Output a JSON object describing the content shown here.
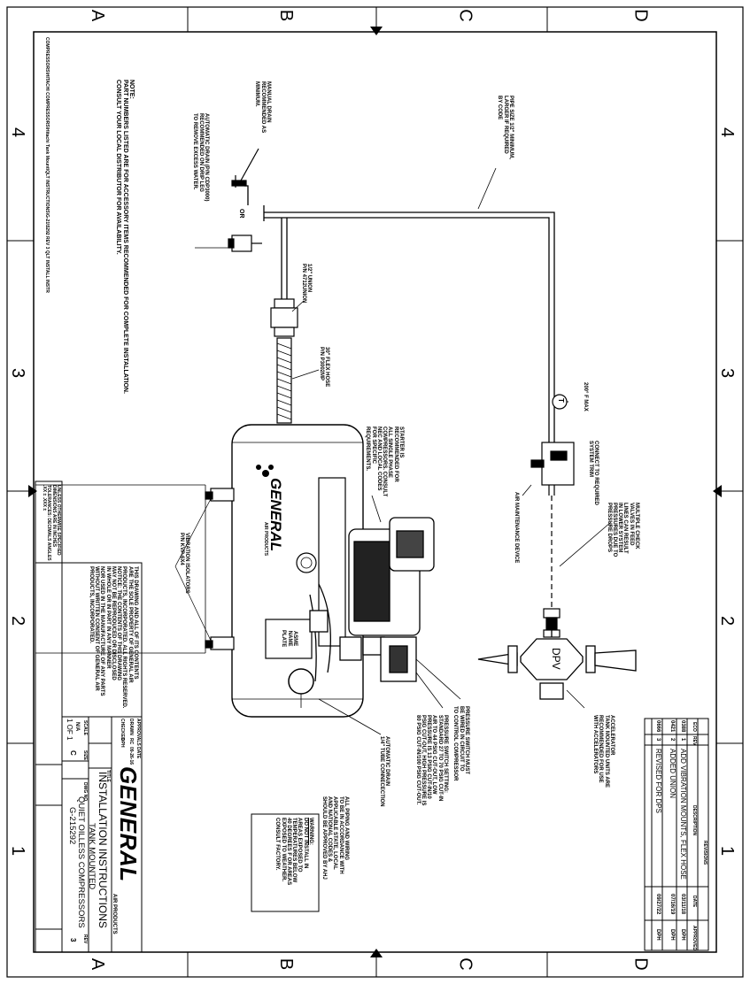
{
  "border": {
    "zones_top": [
      "A",
      "B",
      "C",
      "D"
    ],
    "zones_bottom": [
      "A",
      "B",
      "C",
      "D"
    ],
    "zones_left": [
      "4",
      "3",
      "2",
      "1"
    ],
    "zones_right": [
      "4",
      "3",
      "2",
      "1"
    ]
  },
  "file_path": "COMPRESSORS\\HITACHI COMPRESSORS\\Hitachi Tank Mount\\QLT INSTRUCTIONS\\G-21\\5292 REV 3 QLT INSTALL INSTR",
  "note": {
    "title": "NOTE:",
    "lines": [
      "PART NUMBERS LISTED ARE FOR ACCESSORY ITEMS RECOMMENDED FOR COMPLETE INSTALLATION.",
      "CONSULT YOUR LOCAL DISTRIBUTOR FOR AVAILABILITY."
    ]
  },
  "callouts": {
    "manual_drain": [
      "MANUAL DRAIN",
      "RECOMMENDED AS",
      "MINIMUM."
    ],
    "auto_drain": [
      "AUTOMATIC DRAIN (P/N CDP3000)",
      "RECOMMENDED ON DRIP LEG",
      "TO REMOVE EXCESS WATER."
    ],
    "or_label": "OR",
    "pipe_size": [
      "PIPE SIZE 1/2\" MINIMUM,",
      "LARGER IF REQUIRED",
      "BY CODE"
    ],
    "union": [
      "1/2\" UNION",
      "P/N 4712UNION"
    ],
    "flex_hose": [
      "30\" FLEX HOSE",
      "P/N P3002MP"
    ],
    "temp": "200° F MAX",
    "temp_symbol": "T",
    "connect_system": [
      "CONNECT TO REQUIRED",
      "SYSTEM TRIM"
    ],
    "air_maintenance": "AIR MAINTENANCE DEVICE",
    "check_valves": [
      "MULTIPLE CHECK",
      "VALVES IN FEED",
      "LINES CAN RESULT",
      "IN LOWER SYSTEM",
      "PRESSURES DUE TO",
      "PRESSURE DROPS"
    ],
    "starter": [
      "STARTER IS",
      "RECOMMENDED FOR",
      "ALL SINGLE PHASE",
      "COMPRESSORS. CONSULT",
      "NEC AND LOCAL CODES",
      "FOR SPECIFIC",
      "REQUIREMENTS."
    ],
    "accelerator": [
      "ACCELERATOR",
      "TANK MOUNTED UNITS ARE",
      "RECOMMENDED FOR USE",
      "WITH ACCELERATORS"
    ],
    "dpv": "DPV",
    "vibration": [
      "VIBRATION ISOLATORS",
      "P/N KVP-6X4"
    ],
    "asme_plate": [
      "ASME",
      "NAME",
      "PLATE"
    ],
    "auto_drain_tube": [
      "AUTOMATIC DRAIN",
      "1/4\" TUBE CONNECECTION"
    ],
    "pressure_switch_wire": [
      "PRESSURE SWITCH MUST",
      "BE WIRED IN CIRCUIT TO",
      "TO CONTROL COMPRESSOR"
    ],
    "pressure_switch_setting": [
      "PRESSURE SWITCH SETTING:",
      "STANDARD 27 TO 70 PSIG CUT-IN",
      "AIR TO 44 PSIG CUT-OUT, LOW",
      "PRESSURE IS 13 PSIG CUT-IN/10",
      "PSIG CUT-OUT, HIGH PRESSURE IS",
      "80 PSIG CUT-IN/100 PSIG CUT-OUT."
    ],
    "piping": [
      "ALL PIPING AND WIRING",
      "TO BE IN ACCORDANCE WITH",
      "APPLICABLE STATE, LOCAL",
      "AND NATIONAL CODES &",
      "SHOULD BE APPROVED BY AHJ"
    ],
    "warning_title": "WARNING:",
    "warning": [
      "DO NOT INSTALL IN",
      "AREAS EXPOSED TO",
      "TEMPERATURES BELOW",
      "40 DEGREES F OR AREAS",
      "EXPOSED TO WEATHER.",
      "CONSULT FACTORY."
    ]
  },
  "tank_brand": "GENERAL",
  "tank_brand_sub": "AIR PRODUCTS",
  "revisions": {
    "title": "REVISIONS",
    "headers": [
      "ECO",
      "REV",
      "DESCRIPTION",
      "DATE",
      "APPROVED"
    ],
    "rows": [
      [
        "0388",
        "1",
        "ADD VIBRATION MOUNTS, FLEX HOSE",
        "03/11/18",
        "DPH"
      ],
      [
        "0421",
        "2",
        "ADDED UNION",
        "07/16/19",
        "DPH"
      ],
      [
        "0666",
        "3",
        "REVISED FOR DPS",
        "09/27/22",
        "DPH"
      ]
    ]
  },
  "title_block": {
    "brand": "GENERAL",
    "brand_sub": "AIR PRODUCTS",
    "title_label": "TITLE",
    "title": "INSTALLATION INSTRUCTIONS",
    "subtitle1": "TANK MOUNTED",
    "subtitle2": "QUIET OILLESS COMPRESSORS",
    "size_label": "SIZE",
    "size": "C",
    "dwg_label": "DWG NO.",
    "dwg_no": "G-215292",
    "rev_label": "REV",
    "rev": "3",
    "scale_label": "SCALE",
    "scale": "N/A",
    "sheet": "1 OF 1",
    "approvals_label": "APPROVALS",
    "date_label": "DATE",
    "drawn_label": "DRAWN",
    "drawn_by": "RC",
    "drawn_date": "09-26-16",
    "checked_label": "CHECKED",
    "checked_by": "DPH",
    "proprietary": [
      "THIS DRAWING AND ALL OF ITS CONTENTS",
      "ARE THE SOLE PROPERTY OF GENERAL AIR",
      "PRODUCTS, INCORPORATED. ALL RIGHTS RESERVED.",
      "NOTICE: THE CONTENTS OF THIS DRAWING",
      "MAY NOT BE REPRODUCED OR DISCLOSED",
      "IN WHOLE OR IN PART IN ANY MANNER",
      "NOR USED IN THE MANUFACTURE OF ANY PARTS",
      "WITHOUT WRITTEN CONSENT OF GENERAL AIR",
      "PRODUCTS, INCORPORATED."
    ],
    "tolerances": [
      "UNLESS OTHERWISE SPECIFIED",
      "DIMENSIONS ARE IN INCHES",
      "TOLERANCES: DECIMALS   ANGLES",
      ".XX ±     .XXX ±"
    ]
  }
}
